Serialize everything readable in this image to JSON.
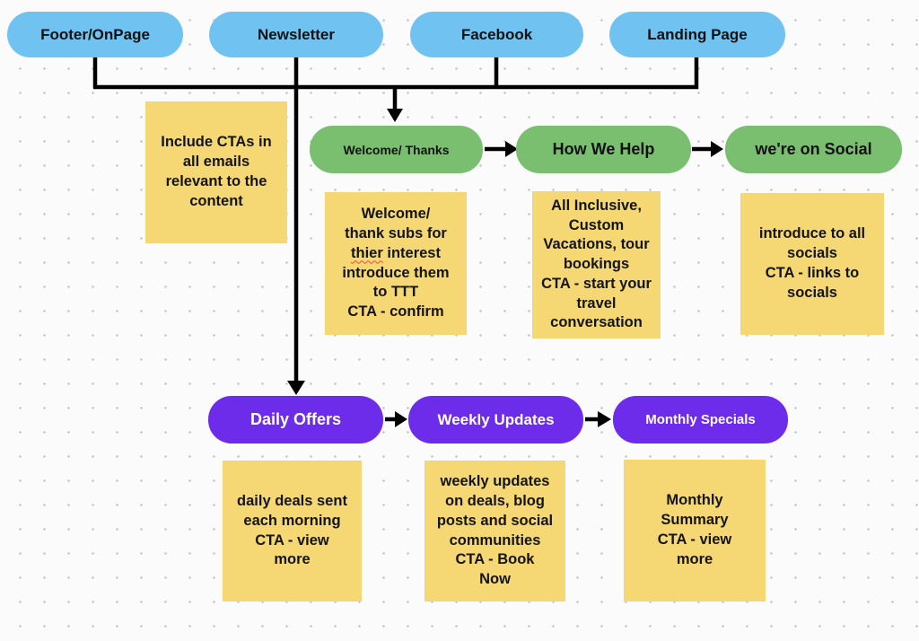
{
  "flowchart": {
    "title_hint": "email-flow-diagram",
    "colors": {
      "source_fill": "#70C2F0",
      "welcome_series_fill": "#7ABF70",
      "offers_series_fill": "#6C2CE9",
      "note_fill": "#F5D874",
      "connector": "#000000",
      "canvas_bg": "#fbfbfc",
      "grid_dot": "#c3c3ca"
    },
    "sources": [
      {
        "label": "Footer/OnPage"
      },
      {
        "label": "Newsletter"
      },
      {
        "label": "Facebook"
      },
      {
        "label": "Landing Page"
      }
    ],
    "annotation_note": {
      "text": "Include CTAs in\nall emails\nrelevant to the\ncontent"
    },
    "welcome_row": {
      "steps": [
        {
          "label": "Welcome/ Thanks",
          "note": {
            "before": "Welcome/\nthank subs for\n",
            "misspelled": "thier",
            "after": " interest\nintroduce them\nto TTT\nCTA - confirm"
          }
        },
        {
          "label": "How We Help",
          "note": "All Inclusive,\nCustom\nVacations, tour\nbookings\nCTA - start your\ntravel\nconversation"
        },
        {
          "label": "we're on Social",
          "note": "introduce to all\nsocials\nCTA - links to\nsocials"
        }
      ]
    },
    "offers_row": {
      "steps": [
        {
          "label": "Daily Offers",
          "note": "daily deals sent\neach morning\nCTA - view\nmore"
        },
        {
          "label": "Weekly Updates",
          "note": "weekly updates\non deals, blog\nposts and social\ncommunities\nCTA - Book\nNow"
        },
        {
          "label": "Monthly Specials",
          "note": "Monthly\nSummary\nCTA - view\nmore"
        }
      ]
    }
  }
}
